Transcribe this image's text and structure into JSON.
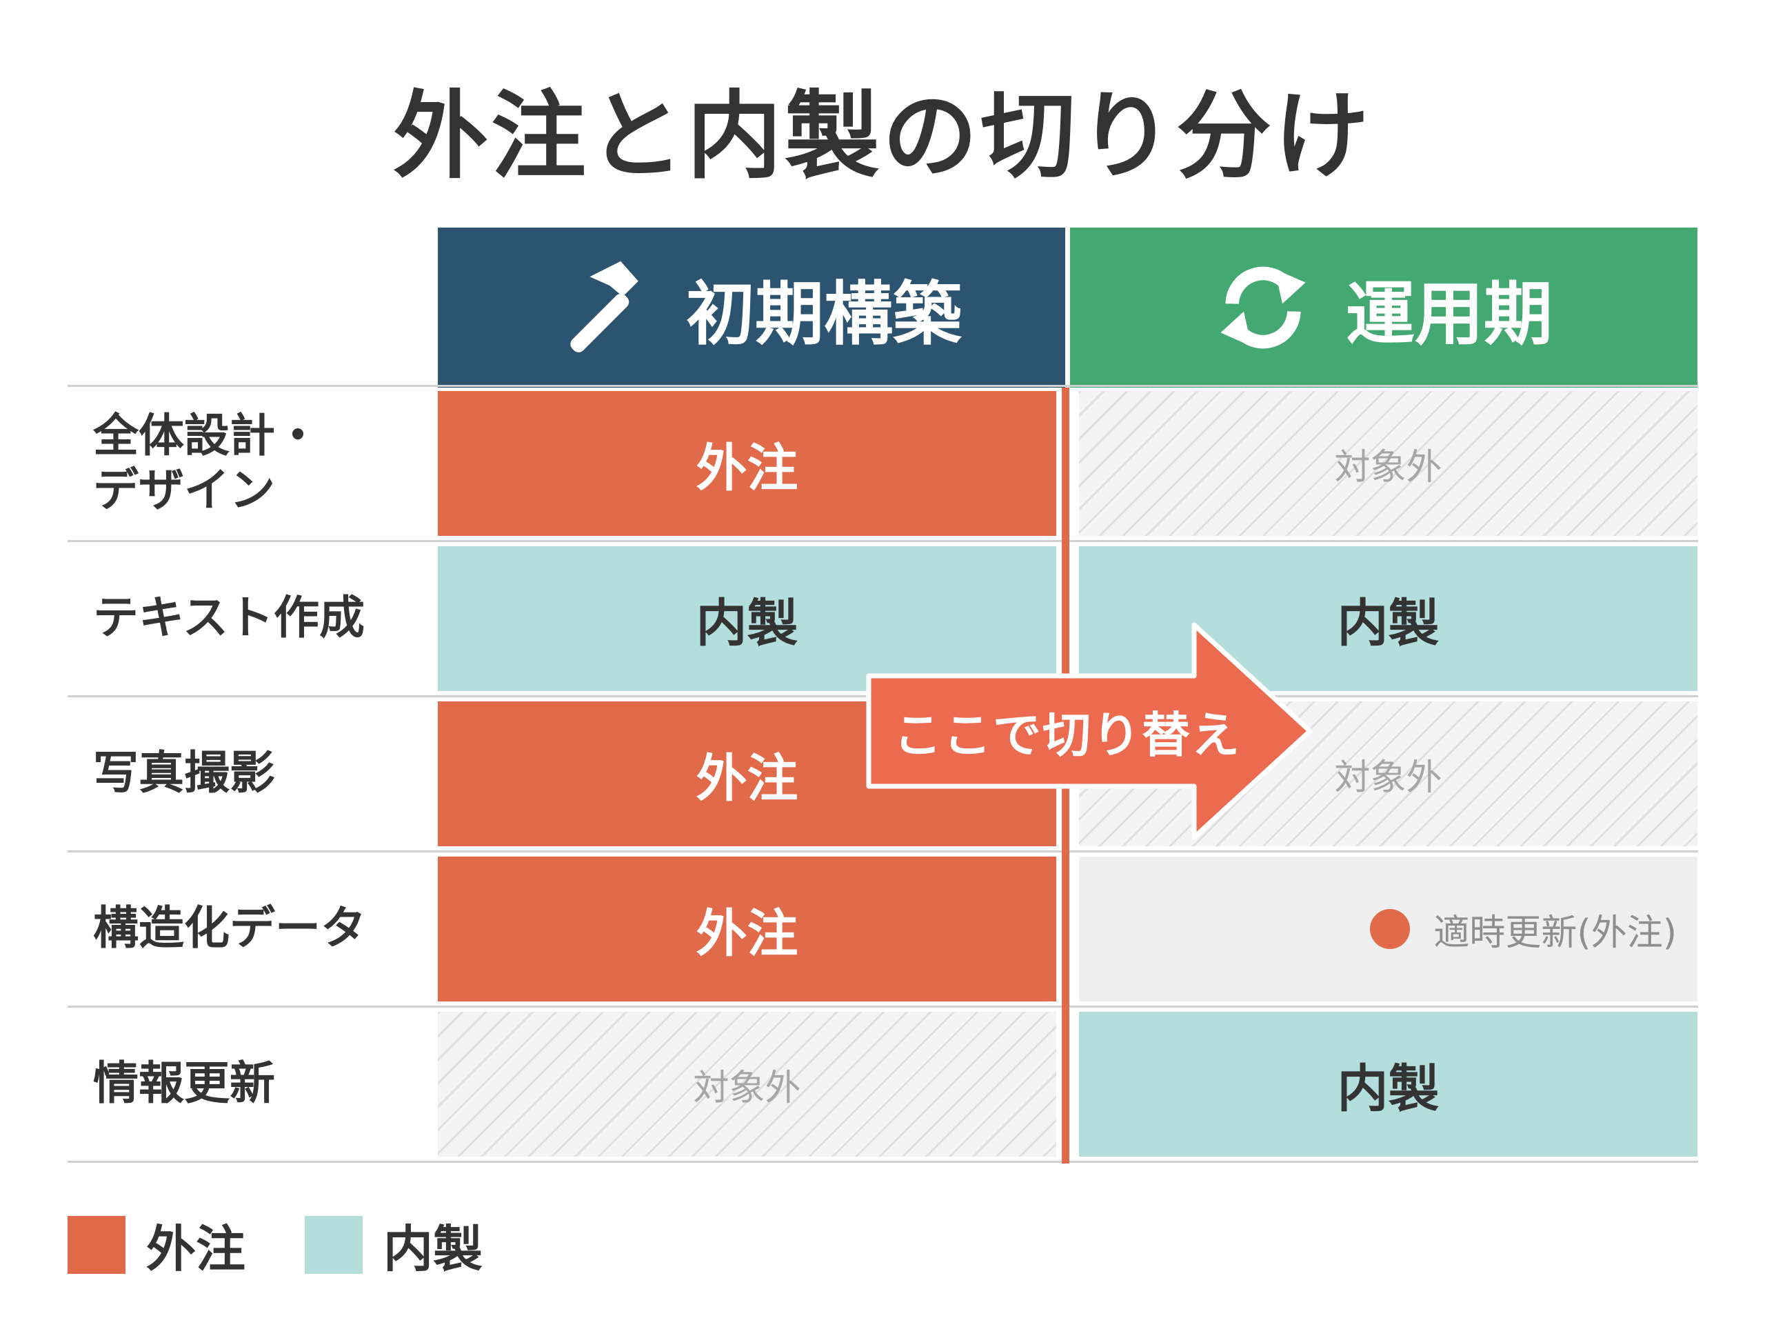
{
  "title": "外注と内製の切り分け",
  "phases": [
    {
      "label": "初期構築",
      "icon": "hammer-icon",
      "color": "#2c5370"
    },
    {
      "label": "運用期",
      "icon": "refresh-icon",
      "color": "#44a872"
    }
  ],
  "rows": [
    {
      "label_lines": [
        "全体設計・",
        "デザイン"
      ],
      "initial": "外注",
      "ops": "対象外"
    },
    {
      "label_lines": [
        "テキスト作成"
      ],
      "initial": "内製",
      "ops": "内製"
    },
    {
      "label_lines": [
        "写真撮影"
      ],
      "initial": "外注",
      "ops": "対象外"
    },
    {
      "label_lines": [
        "構造化データ"
      ],
      "initial": "外注",
      "ops": "適時更新(外注)"
    },
    {
      "label_lines": [
        "情報更新"
      ],
      "initial": "対象外",
      "ops": "内製"
    }
  ],
  "switch_label": "ここで切り替え",
  "legend": [
    {
      "label": "外注",
      "color": "#e06a4a"
    },
    {
      "label": "内製",
      "color": "#b4dedb"
    }
  ]
}
